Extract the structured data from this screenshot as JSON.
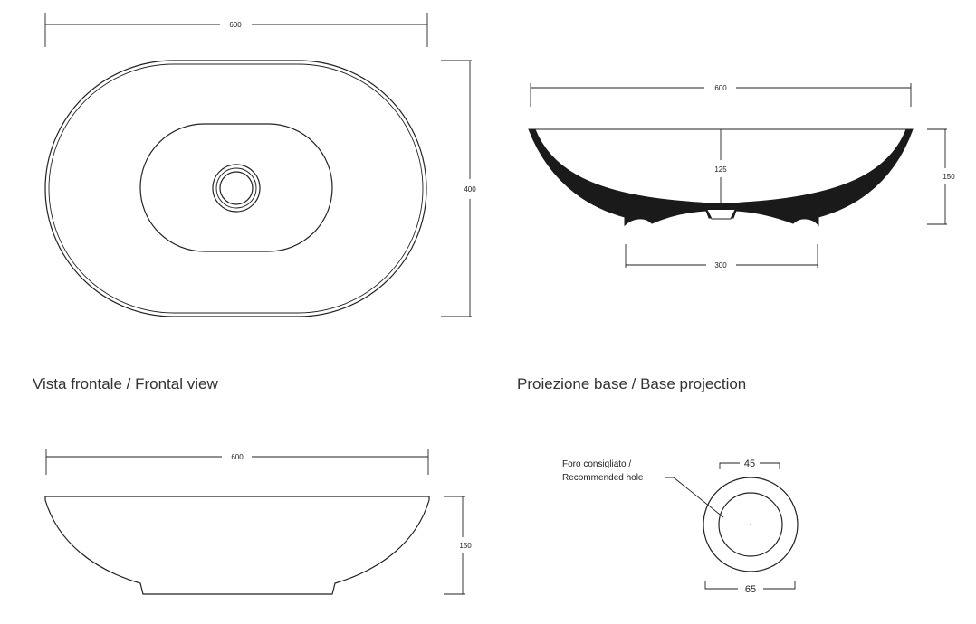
{
  "frontal_view": {
    "label": "Vista frontale / Frontal view",
    "width_dim": "600",
    "height_dim": "400"
  },
  "base_projection": {
    "label": "Proiezione base / Base projection",
    "width_dim": "600",
    "depth_dim": "125",
    "height_dim": "150",
    "base_dim": "300"
  },
  "side_view": {
    "width_dim": "600",
    "height_dim": "150"
  },
  "recommended_hole": {
    "note_line1": "Foro consigliato /",
    "note_line2": "Recommended hole",
    "inner_dim": "45",
    "outer_dim": "65"
  }
}
